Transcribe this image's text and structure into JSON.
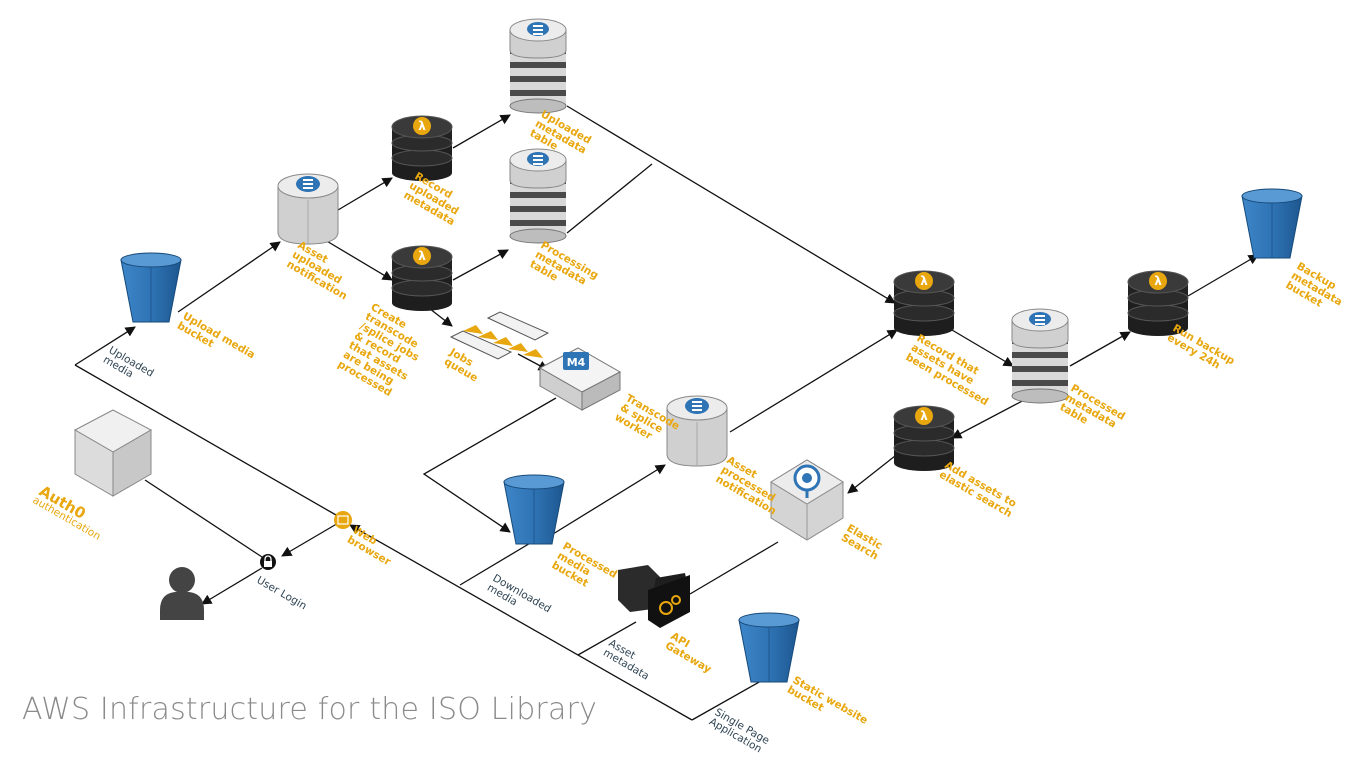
{
  "title": "AWS Infrastructure for the ISO Library",
  "nodes": {
    "upload_bucket": [
      "Upload media",
      "bucket"
    ],
    "asset_uploaded": [
      "Asset",
      "uploaded",
      "notification"
    ],
    "record_uploaded": [
      "Record",
      "uploaded",
      "metadata"
    ],
    "create_jobs": [
      "Create",
      "transcode",
      "/splice jobs",
      "& record",
      "that assets",
      "are being",
      "processed"
    ],
    "uploaded_table": [
      "Uploaded",
      "metadata",
      "table"
    ],
    "processing_table": [
      "Processing",
      "metadata",
      "table"
    ],
    "jobs_queue": [
      "Jobs",
      "queue"
    ],
    "worker": [
      "Transcode",
      "& splice",
      "worker"
    ],
    "worker_badge": "M4",
    "asset_processed": [
      "Asset",
      "processed",
      "notification"
    ],
    "record_processed": [
      "Record that",
      "assets have",
      "been processed"
    ],
    "processed_table": [
      "Processed",
      "metadata",
      "table"
    ],
    "run_backup": [
      "Run backup",
      "every 24h"
    ],
    "backup_bucket": [
      "Backup",
      "metadata",
      "bucket"
    ],
    "add_assets": [
      "Add assets to",
      "elastic search"
    ],
    "elastic": [
      "Elastic",
      "Search"
    ],
    "processed_bucket": [
      "Processed",
      "media",
      "bucket"
    ],
    "api_gateway": [
      "API",
      "Gateway"
    ],
    "static_bucket": [
      "Static website",
      "bucket"
    ],
    "web_browser": [
      "Web",
      "browser"
    ],
    "user_login": [
      "User Login"
    ],
    "auth0": "Auth0",
    "auth0_sub": "authentication"
  },
  "edges": {
    "uploaded_media": [
      "Uploaded",
      "media"
    ],
    "downloaded_media": [
      "Downloaded",
      "media"
    ],
    "asset_metadata": [
      "Asset",
      "metadata"
    ],
    "spa": [
      "Single Page",
      "Application"
    ]
  },
  "colors": {
    "accent": "#e8a70e",
    "edge_label": "#2f4453",
    "bucket": "#2f74b5",
    "lambda": "#2b2b2b",
    "dynamo": "#d6d6d6",
    "title": "#8a8a8a"
  },
  "icons": {
    "lambda": "lambda-icon",
    "dynamo": "dynamodb-icon",
    "bucket": "s3-bucket-icon",
    "user": "user-icon",
    "lock": "lock-icon"
  }
}
